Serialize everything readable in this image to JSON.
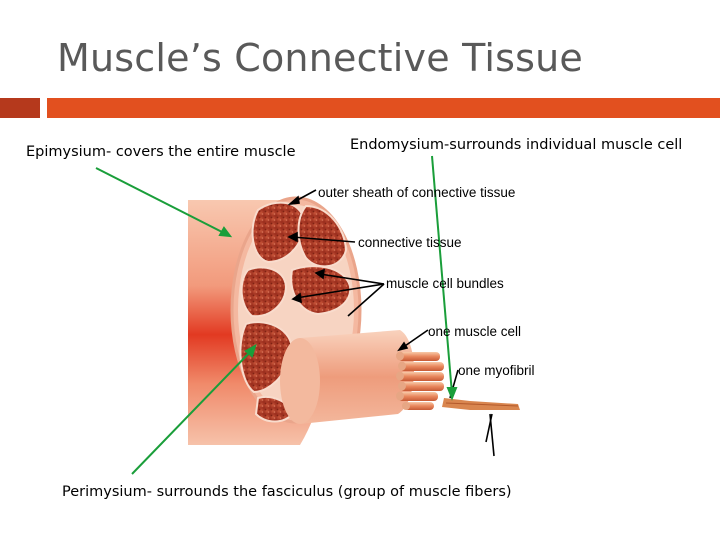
{
  "slide": {
    "title": "Muscle’s Connective Tissue"
  },
  "captions": {
    "epimysium": "Epimysium- covers the entire muscle",
    "endomysium": "Endomysium-surrounds individual muscle cell",
    "perimysium": "Perimysium- surrounds the fasciculus (group of muscle fibers)"
  },
  "diagram_labels": {
    "outer_sheath": "outer sheath of connective tissue",
    "connective_tissue": "connective tissue",
    "bundles": "muscle cell bundles",
    "cell": "one muscle cell",
    "myofibril": "one myofibril"
  },
  "colors": {
    "accent_dark": "#b5391c",
    "accent": "#e2501f",
    "pointer_line": "#1a9e3a"
  }
}
